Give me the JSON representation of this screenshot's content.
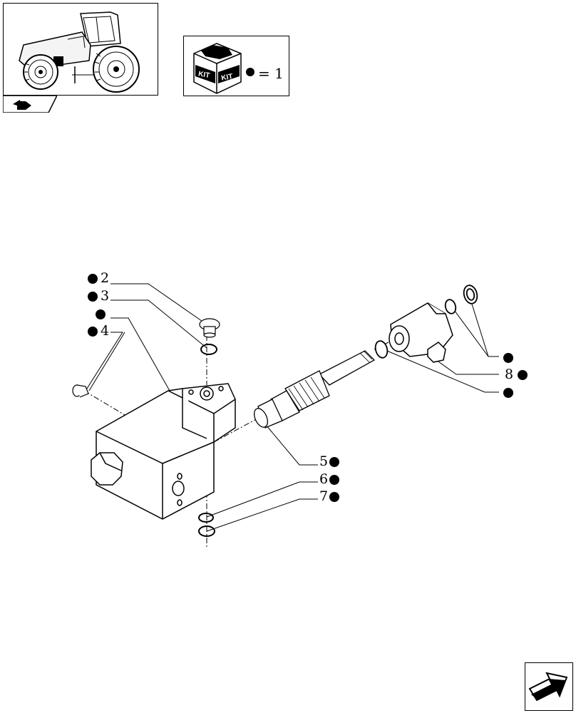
{
  "kit_legend": {
    "kit_text_left": "KIT",
    "kit_text_right": "KIT",
    "equals_text": "= 1"
  },
  "callouts": {
    "c2": "2",
    "c3": "3",
    "c4": "4",
    "c5": "5",
    "c6": "6",
    "c7": "7",
    "c8": "8"
  },
  "icons": {
    "thumbnail": "tractor-thumbnail-icon",
    "tab": "section-tab-icon",
    "kit": "kit-box-icon",
    "next": "next-page-arrow-icon"
  }
}
